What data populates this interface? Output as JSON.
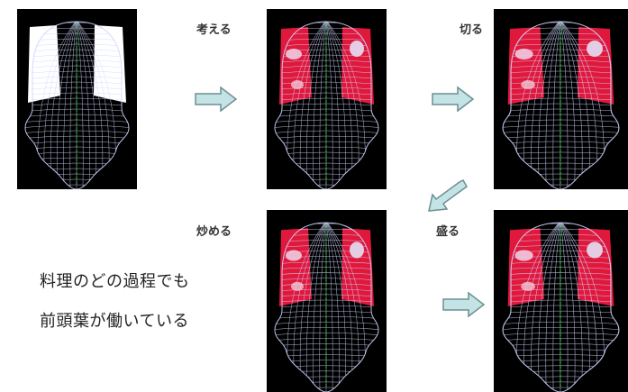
{
  "steps": [
    {
      "id": "baseline",
      "label": "",
      "pattern": "baseline"
    },
    {
      "id": "think",
      "label": "考える",
      "pattern": "activity"
    },
    {
      "id": "cut",
      "label": "切る",
      "pattern": "activity"
    },
    {
      "id": "stir-fry",
      "label": "炒める",
      "pattern": "activity"
    },
    {
      "id": "plate",
      "label": "盛る",
      "pattern": "activity"
    }
  ],
  "caption": {
    "line1": "料理のどの過程でも",
    "line2": "前頭葉が働いている"
  },
  "colors": {
    "panel_bg": "#000000",
    "mesh": "#cfd6ff",
    "activation": "#e0183c",
    "arrow_fill": "#c4e3e4",
    "arrow_stroke": "#6b8f93",
    "midline": "#2ecc40"
  }
}
